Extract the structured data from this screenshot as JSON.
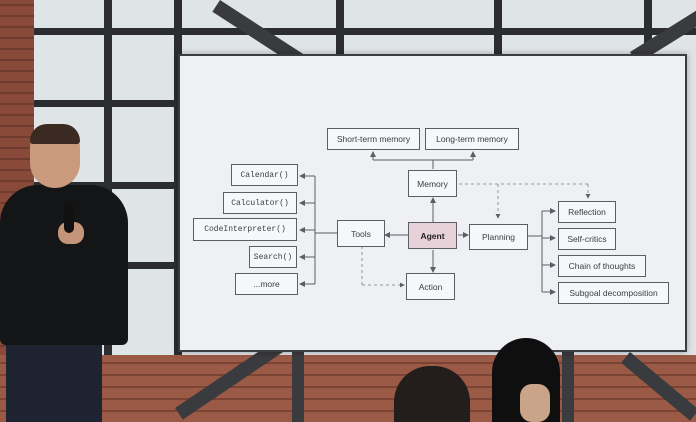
{
  "slide": {
    "center": "Agent",
    "memory": {
      "label": "Memory",
      "children": [
        "Short-term memory",
        "Long-term memory"
      ]
    },
    "tools": {
      "label": "Tools",
      "children": [
        "Calendar()",
        "Calculator()",
        "CodeInterpreter()",
        "Search()",
        "...more"
      ]
    },
    "planning": {
      "label": "Planning",
      "children": [
        "Reflection",
        "Self-critics",
        "Chain of thoughts",
        "Subgoal decomposition"
      ]
    },
    "action": "Action"
  },
  "colors": {
    "agent_fill": "#e7d2d9",
    "screen": "#eef0f3",
    "node_border": "#5b5e64"
  }
}
